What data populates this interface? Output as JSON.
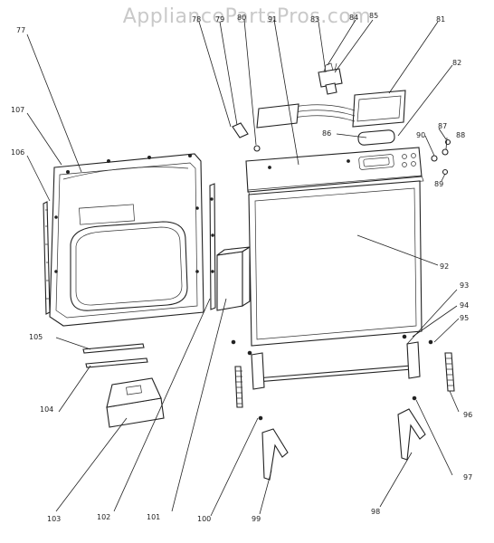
{
  "watermark": "AppliancePartsPros.com",
  "callouts": [
    {
      "id": "p77",
      "text": "77"
    },
    {
      "id": "p107",
      "text": "107"
    },
    {
      "id": "p106",
      "text": "106"
    },
    {
      "id": "p105",
      "text": "105"
    },
    {
      "id": "p104",
      "text": "104"
    },
    {
      "id": "p103",
      "text": "103"
    },
    {
      "id": "p102",
      "text": "102"
    },
    {
      "id": "p101",
      "text": "101"
    },
    {
      "id": "p100",
      "text": "100"
    },
    {
      "id": "p99",
      "text": "99"
    },
    {
      "id": "p98",
      "text": "98"
    },
    {
      "id": "p97",
      "text": "97"
    },
    {
      "id": "p96",
      "text": "96"
    },
    {
      "id": "p95",
      "text": "95"
    },
    {
      "id": "p94",
      "text": "94"
    },
    {
      "id": "p93",
      "text": "93"
    },
    {
      "id": "p92",
      "text": "92"
    },
    {
      "id": "p91",
      "text": "91"
    },
    {
      "id": "p90",
      "text": "90"
    },
    {
      "id": "p89",
      "text": "89"
    },
    {
      "id": "p88",
      "text": "88"
    },
    {
      "id": "p87",
      "text": "87"
    },
    {
      "id": "p86",
      "text": "86"
    },
    {
      "id": "p85",
      "text": "85"
    },
    {
      "id": "p84",
      "text": "84"
    },
    {
      "id": "p83",
      "text": "83"
    },
    {
      "id": "p82",
      "text": "82"
    },
    {
      "id": "p81",
      "text": "81"
    },
    {
      "id": "p80",
      "text": "80"
    },
    {
      "id": "p79",
      "text": "79"
    },
    {
      "id": "p78",
      "text": "78"
    }
  ]
}
